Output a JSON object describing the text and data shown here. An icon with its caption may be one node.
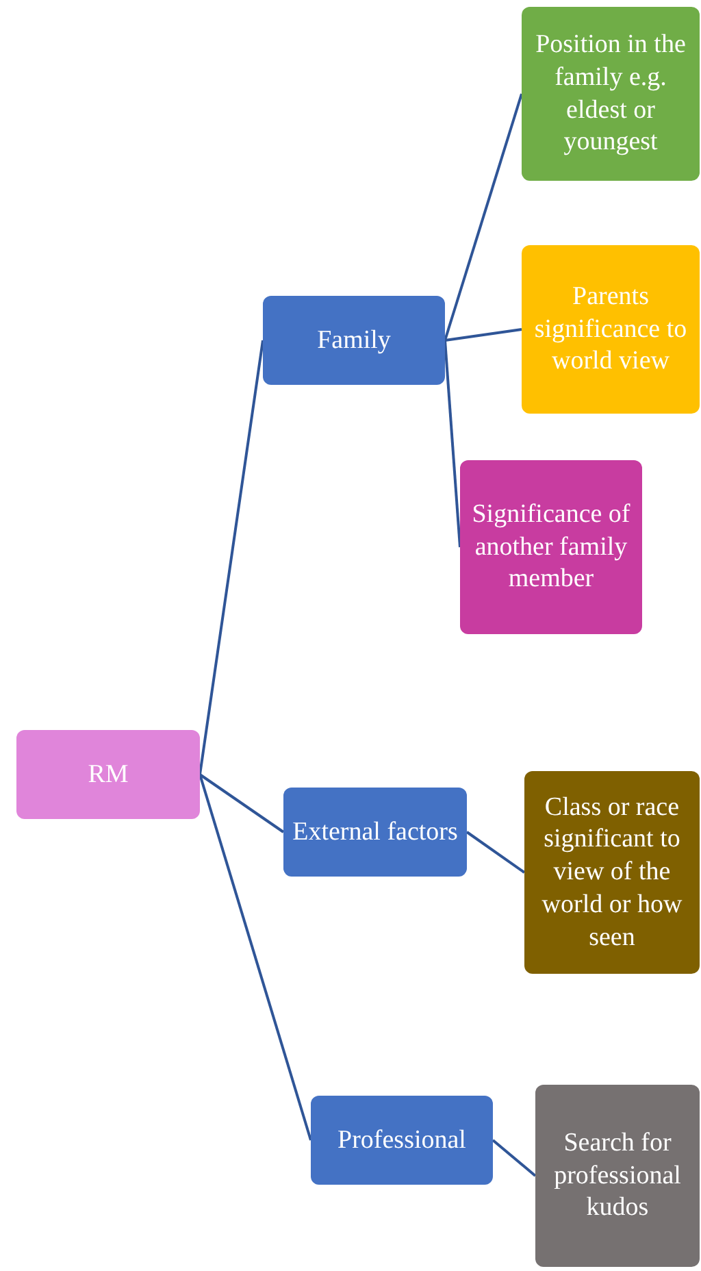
{
  "diagram": {
    "nodes": [
      {
        "text": [
          "RM"
        ]
      },
      {
        "text": [
          "Family"
        ]
      },
      {
        "text": [
          "Position in the family e.g. eldest or youngest"
        ]
      },
      {
        "text": [
          "Parents significance to world view"
        ]
      },
      {
        "text": [
          "Significance of another family member"
        ]
      },
      {
        "text": [
          "External factors"
        ]
      },
      {
        "text": [
          "Class or race significant to view of the world or how seen"
        ]
      },
      {
        "text": [
          "Professional"
        ]
      },
      {
        "text": [
          "Search for professional kudos"
        ]
      }
    ],
    "edges": [
      {
        "from": 0,
        "to": 1,
        "arrow": "none"
      },
      {
        "from": 1,
        "to": 2,
        "arrow": "none"
      },
      {
        "from": 1,
        "to": 3,
        "arrow": "none"
      },
      {
        "from": 1,
        "to": 4,
        "arrow": "none"
      },
      {
        "from": 0,
        "to": 5,
        "arrow": "none"
      },
      {
        "from": 5,
        "to": 6,
        "arrow": "none"
      },
      {
        "from": 0,
        "to": 7,
        "arrow": "none"
      },
      {
        "from": 7,
        "to": 8,
        "arrow": "none"
      }
    ]
  }
}
